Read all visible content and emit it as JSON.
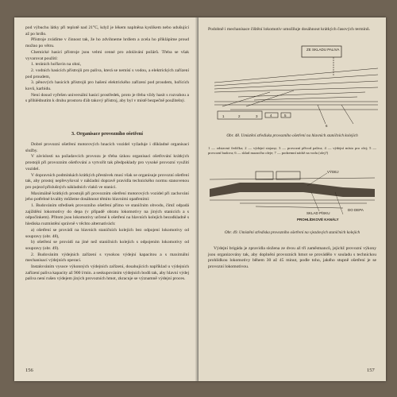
{
  "left_page": {
    "paragraphs": [
      {
        "indent": false,
        "text": "pod výbuchu látky při teplotě nad 21°C, když je lékem naplněna kyslíkem nebo udušující až po hrdlo."
      },
      {
        "indent": true,
        "text": "Přístroje zvádíme v činnost tak, že ho zdvihneme hrdlem a zcela ho přiklápíme proud možno po větru."
      },
      {
        "indent": true,
        "text": "Chemické hasicí přístroje jsou velmi cenné pro zdolávání požárů. Třeba se však vyvarovat použití:"
      },
      {
        "indent": true,
        "text": "1. teránich hořlavin na ohni,"
      },
      {
        "indent": true,
        "text": "2. vodních hasicích přístrojů pro paliva, která se nemísí s vodou, a elektrických zařízení pod proudem,"
      },
      {
        "indent": true,
        "text": "3. pěnových hasicích přístrojů pro hašení elektrického zařízení pod proudem, hořících kovů, karbidu."
      },
      {
        "indent": true,
        "text": "Není dosud vyřešen universální hasicí prostředek, proto je třeba vždy hasit s rozvahou a s přihlédnutím k druhu prostoru ďáb takový přístroj, aby byl v místě bezpečně použitelný."
      }
    ],
    "section_heading": "3. Organisace provozního ošetření",
    "section_paragraphs": [
      {
        "indent": true,
        "text": "Dobré provozní ošetření motorových hnacích vozidel vyžaduje i důkladné organisaci služby."
      },
      {
        "indent": true,
        "text": "V závislosti na požadavcích provozu je třeba úzkou organisaci ošetřování krátkých prostojů při provozním ošetřování a vytvořit tak předpoklady pro vysoké provozní využití vozidel."
      },
      {
        "indent": true,
        "text": "V dopravních podmínkách krátkých přestávek musí však se organisuje provozní ošetření tak, aby prostoj nepřevyšoval v nákladní dopravě pravidla technického normu stanovenou pro pojezd příslušných nákladních vlaků ve stanici."
      },
      {
        "indent": true,
        "text": "Maximálně krátkých prostojů při provozním ošetření motorových vozidel při zachování jeho potřebné kvality můžeme dosáhnout těmito hlavními opatřeními:"
      },
      {
        "indent": true,
        "text": "1. Budováním středisek provozního ošetření přímo ve staničním obvodu, čímž odpadá zajíždění lokomotivy do depa (v případě obratu lokomotivy na jiných stanicích a s odpočinkem). Přitom jsou lokomotivy určené k ošetření na hlavních kolejích bezodkladně s hlediska rozmístění správně v těchto alternativách:"
      },
      {
        "indent": true,
        "text": "a) ošetření se provádí na hlavních staničních kolejích bez odpojení lokomotivy od soupravy (obr. 48),"
      },
      {
        "indent": true,
        "text": "b) ošetření se provádí na jiné než staničních kolejích s odpojením lokomotivy od soupravy (obr. 49)."
      },
      {
        "indent": true,
        "text": "2. Budováním výdejních zařízení s vysokou výdejní kapacitou a s maximální mechanisací výdejních operací."
      },
      {
        "indent": true,
        "text": "Instalováním vysoce výkonných výdejních zařízení, dosahujících například u výdejních zařízení paliva kapacity až 900 l/min. a seskupováním výdejních bodů tak, aby hlavní výdej paliva není rušen výdejem jiných provozních hmot, zkracuje se významně výdejní proces."
      }
    ],
    "page_number": "156"
  },
  "right_page": {
    "intro_paragraph": "Podobně i mechanisace čištění lokomotiv umožňuje dosáhnout krátkých časových termínů.",
    "figure_48": {
      "labels": [
        "ZE SKLADU PALIVA",
        "1",
        "2",
        "3",
        "4",
        "5",
        "6"
      ],
      "caption": "Obr. 48. Umístění střediska provozního ošetření na hlavních staničních kolejích",
      "legend": "1 — odstavná čedička; 2 — výdejní stojany; 3 — provozní přívod paliva; 4 — výdejní místo pro olej; 5 — provozní budova; 6 — sklad mazacího oleje; 7 — podzemní nádrž na vodu (olej?)"
    },
    "figure_49": {
      "labels": [
        "VÝDEJ",
        "SKLAD PÍSKU",
        "PROHLÍDKOVÉ KANÁLY",
        "DO DEPA"
      ],
      "caption": "Obr. 49. Umístění střediska provozního ošetření na vjezdových staničních kolejích"
    },
    "closing_paragraphs": [
      {
        "indent": true,
        "text": "Výdejní brigáda je zpravidla složena ze dvou až tří zaměstnanců, jejichž provozní výkony jsou organizovány tak, aby doplnění provozních hmot se provádělo v souladu s technickou prohlídkou lokomotivy během 30 až 45 minut, podle toho, jakého stupně ošetření je se provozní lokomotivou."
      }
    ],
    "page_number": "157"
  }
}
